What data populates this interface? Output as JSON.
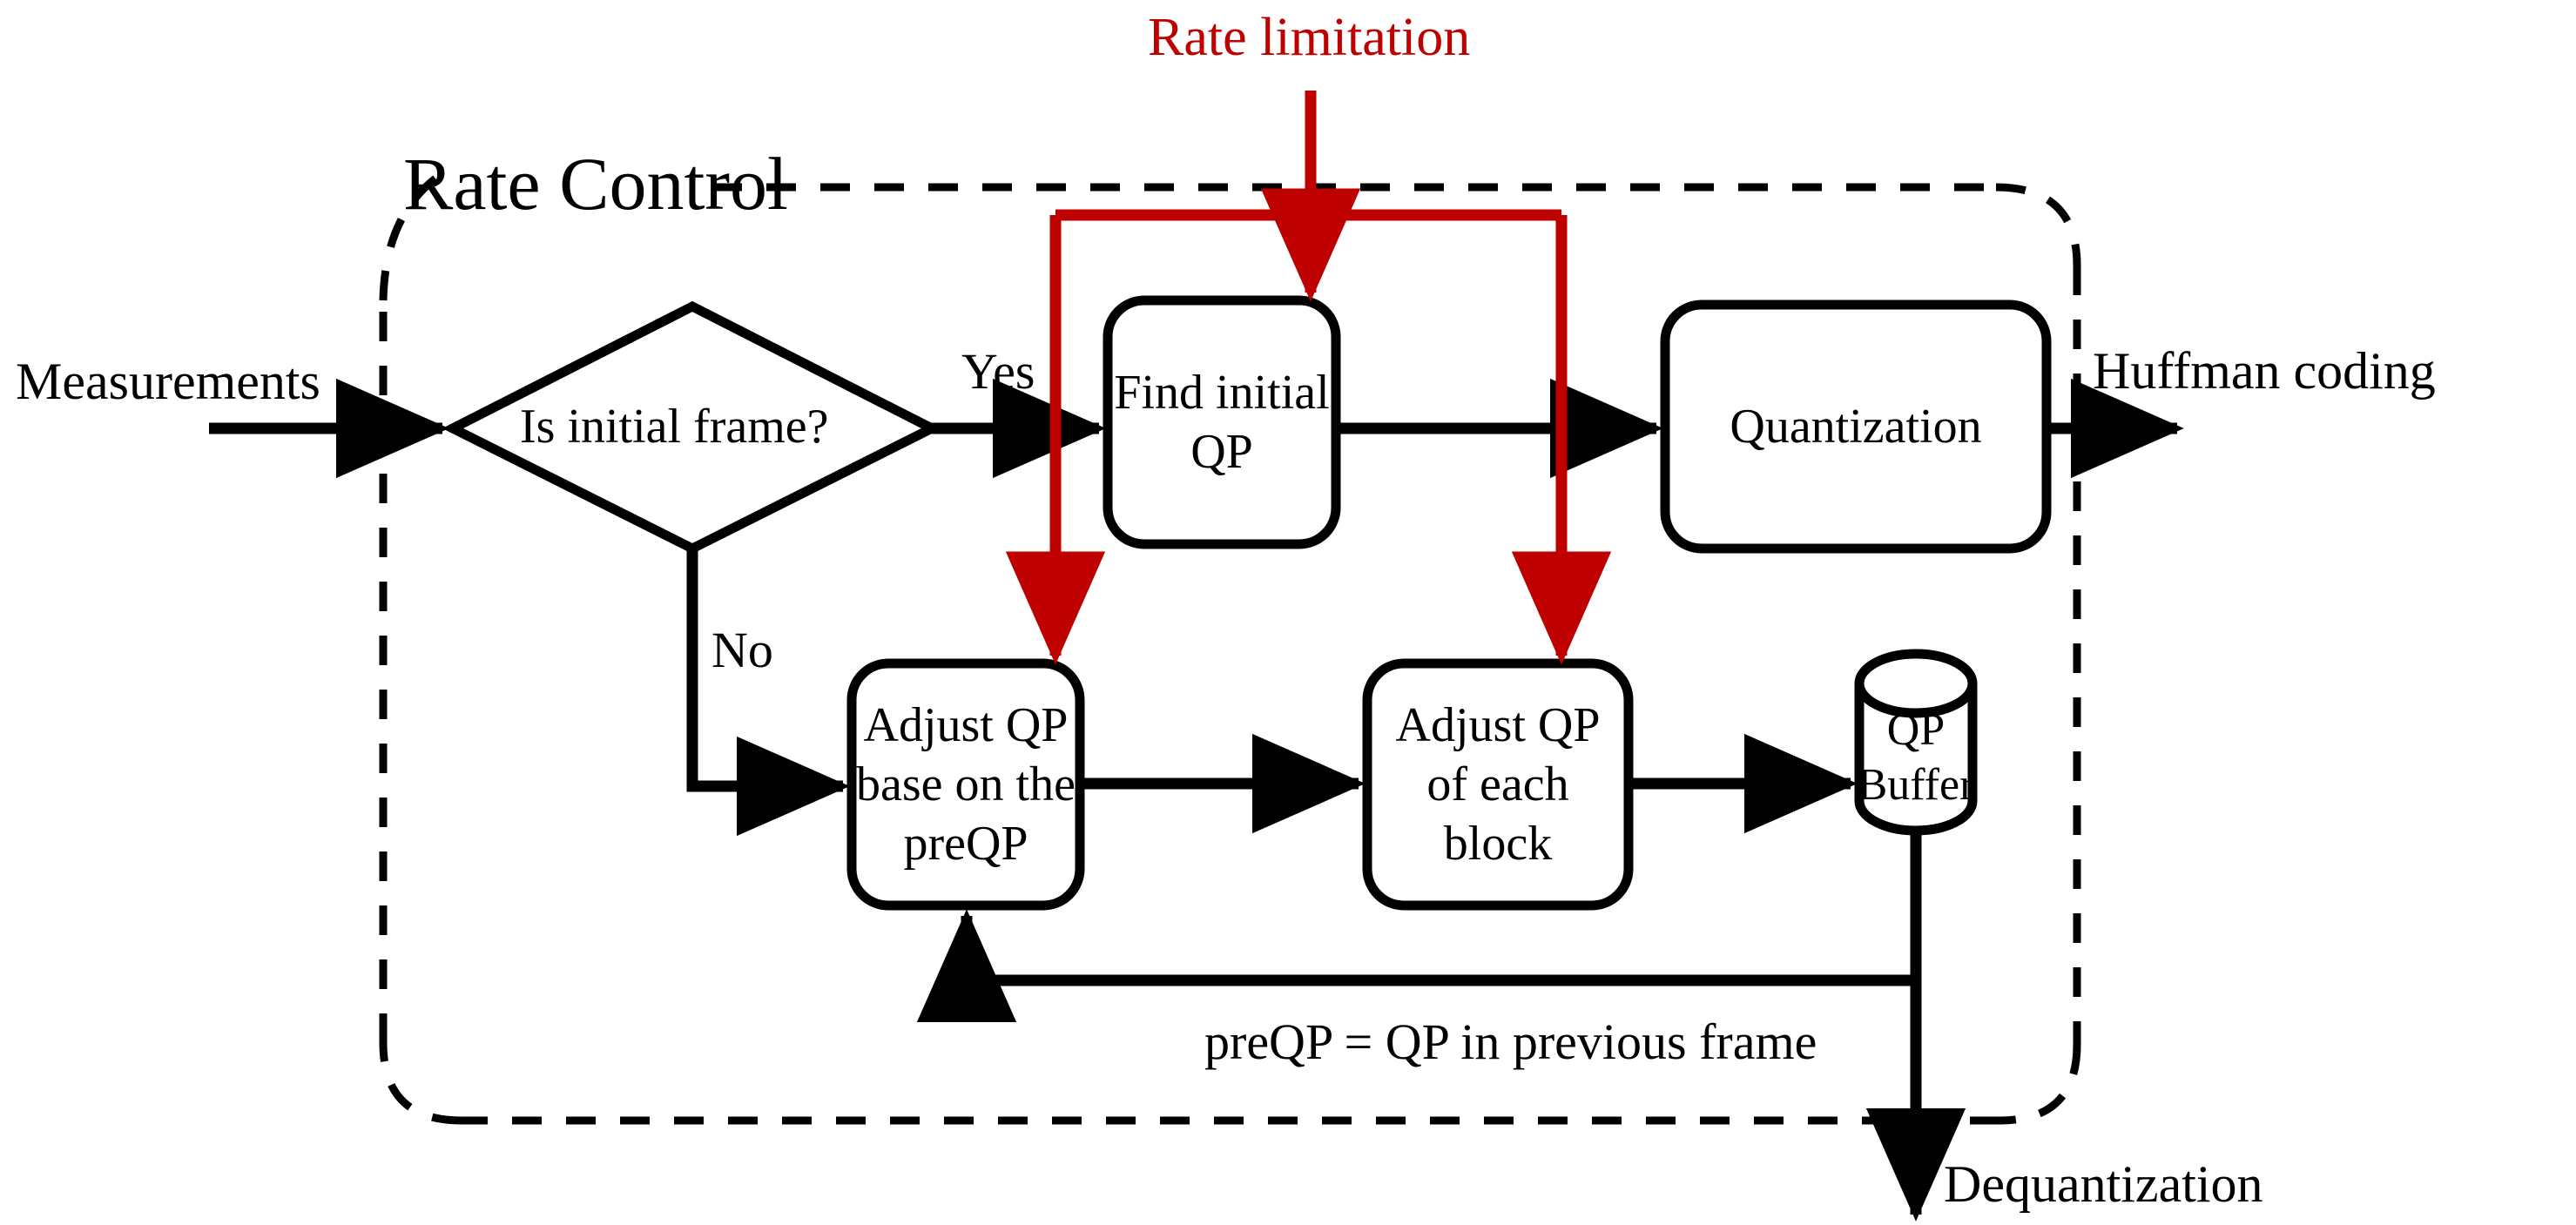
{
  "diagram": {
    "title_group": "Rate Control",
    "external_labels": {
      "rate_limitation": "Rate limitation",
      "measurements": "Measurements",
      "huffman_coding": "Huffman coding",
      "dequantization": "Dequantization"
    },
    "decision": {
      "text": "Is initial frame?",
      "yes_label": "Yes",
      "no_label": "No"
    },
    "nodes": [
      {
        "id": "find-initial-qp",
        "label": "Find initial\nQP",
        "shape": "rounded-rect"
      },
      {
        "id": "quantization",
        "label": "Quantization",
        "shape": "rounded-rect"
      },
      {
        "id": "adjust-qp-preqp",
        "label": "Adjust QP\nbase on the\npreQP",
        "shape": "rounded-rect"
      },
      {
        "id": "adjust-qp-block",
        "label": "Adjust QP\nof each\nblock",
        "shape": "rounded-rect"
      },
      {
        "id": "qp-buffer",
        "label": "QP\nBuffer",
        "shape": "cylinder"
      }
    ],
    "feedback_label": "preQP = QP in previous frame",
    "colors": {
      "stroke": "#000000",
      "accent_red": "#BE0000",
      "background": "#FFFFFF"
    }
  }
}
